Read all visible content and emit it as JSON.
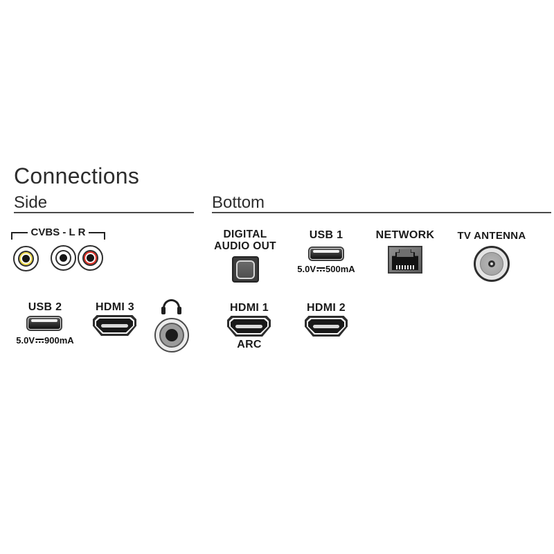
{
  "title": "Connections",
  "sections": {
    "side": "Side",
    "bottom": "Bottom"
  },
  "colors": {
    "rca_yellow": "#ecd84c",
    "rca_white": "#ffffff",
    "rca_red": "#e03228",
    "rule": "#4a4a4a"
  },
  "ports": {
    "cvbs": {
      "label": "CVBS - L R"
    },
    "digital_audio_out": {
      "label_line1": "DIGITAL",
      "label_line2": "AUDIO OUT"
    },
    "usb1": {
      "label": "USB 1",
      "power_volt": "5.0V",
      "power_amp": "500mA"
    },
    "network": {
      "label": "NETWORK"
    },
    "tv_antenna": {
      "label": "TV ANTENNA"
    },
    "usb2": {
      "label": "USB 2",
      "power_volt": "5.0V",
      "power_amp": "900mA"
    },
    "hdmi3": {
      "label": "HDMI 3"
    },
    "headphones": {
      "label": ""
    },
    "hdmi1": {
      "label": "HDMI 1",
      "sublabel": "ARC"
    },
    "hdmi2": {
      "label": "HDMI 2"
    }
  }
}
